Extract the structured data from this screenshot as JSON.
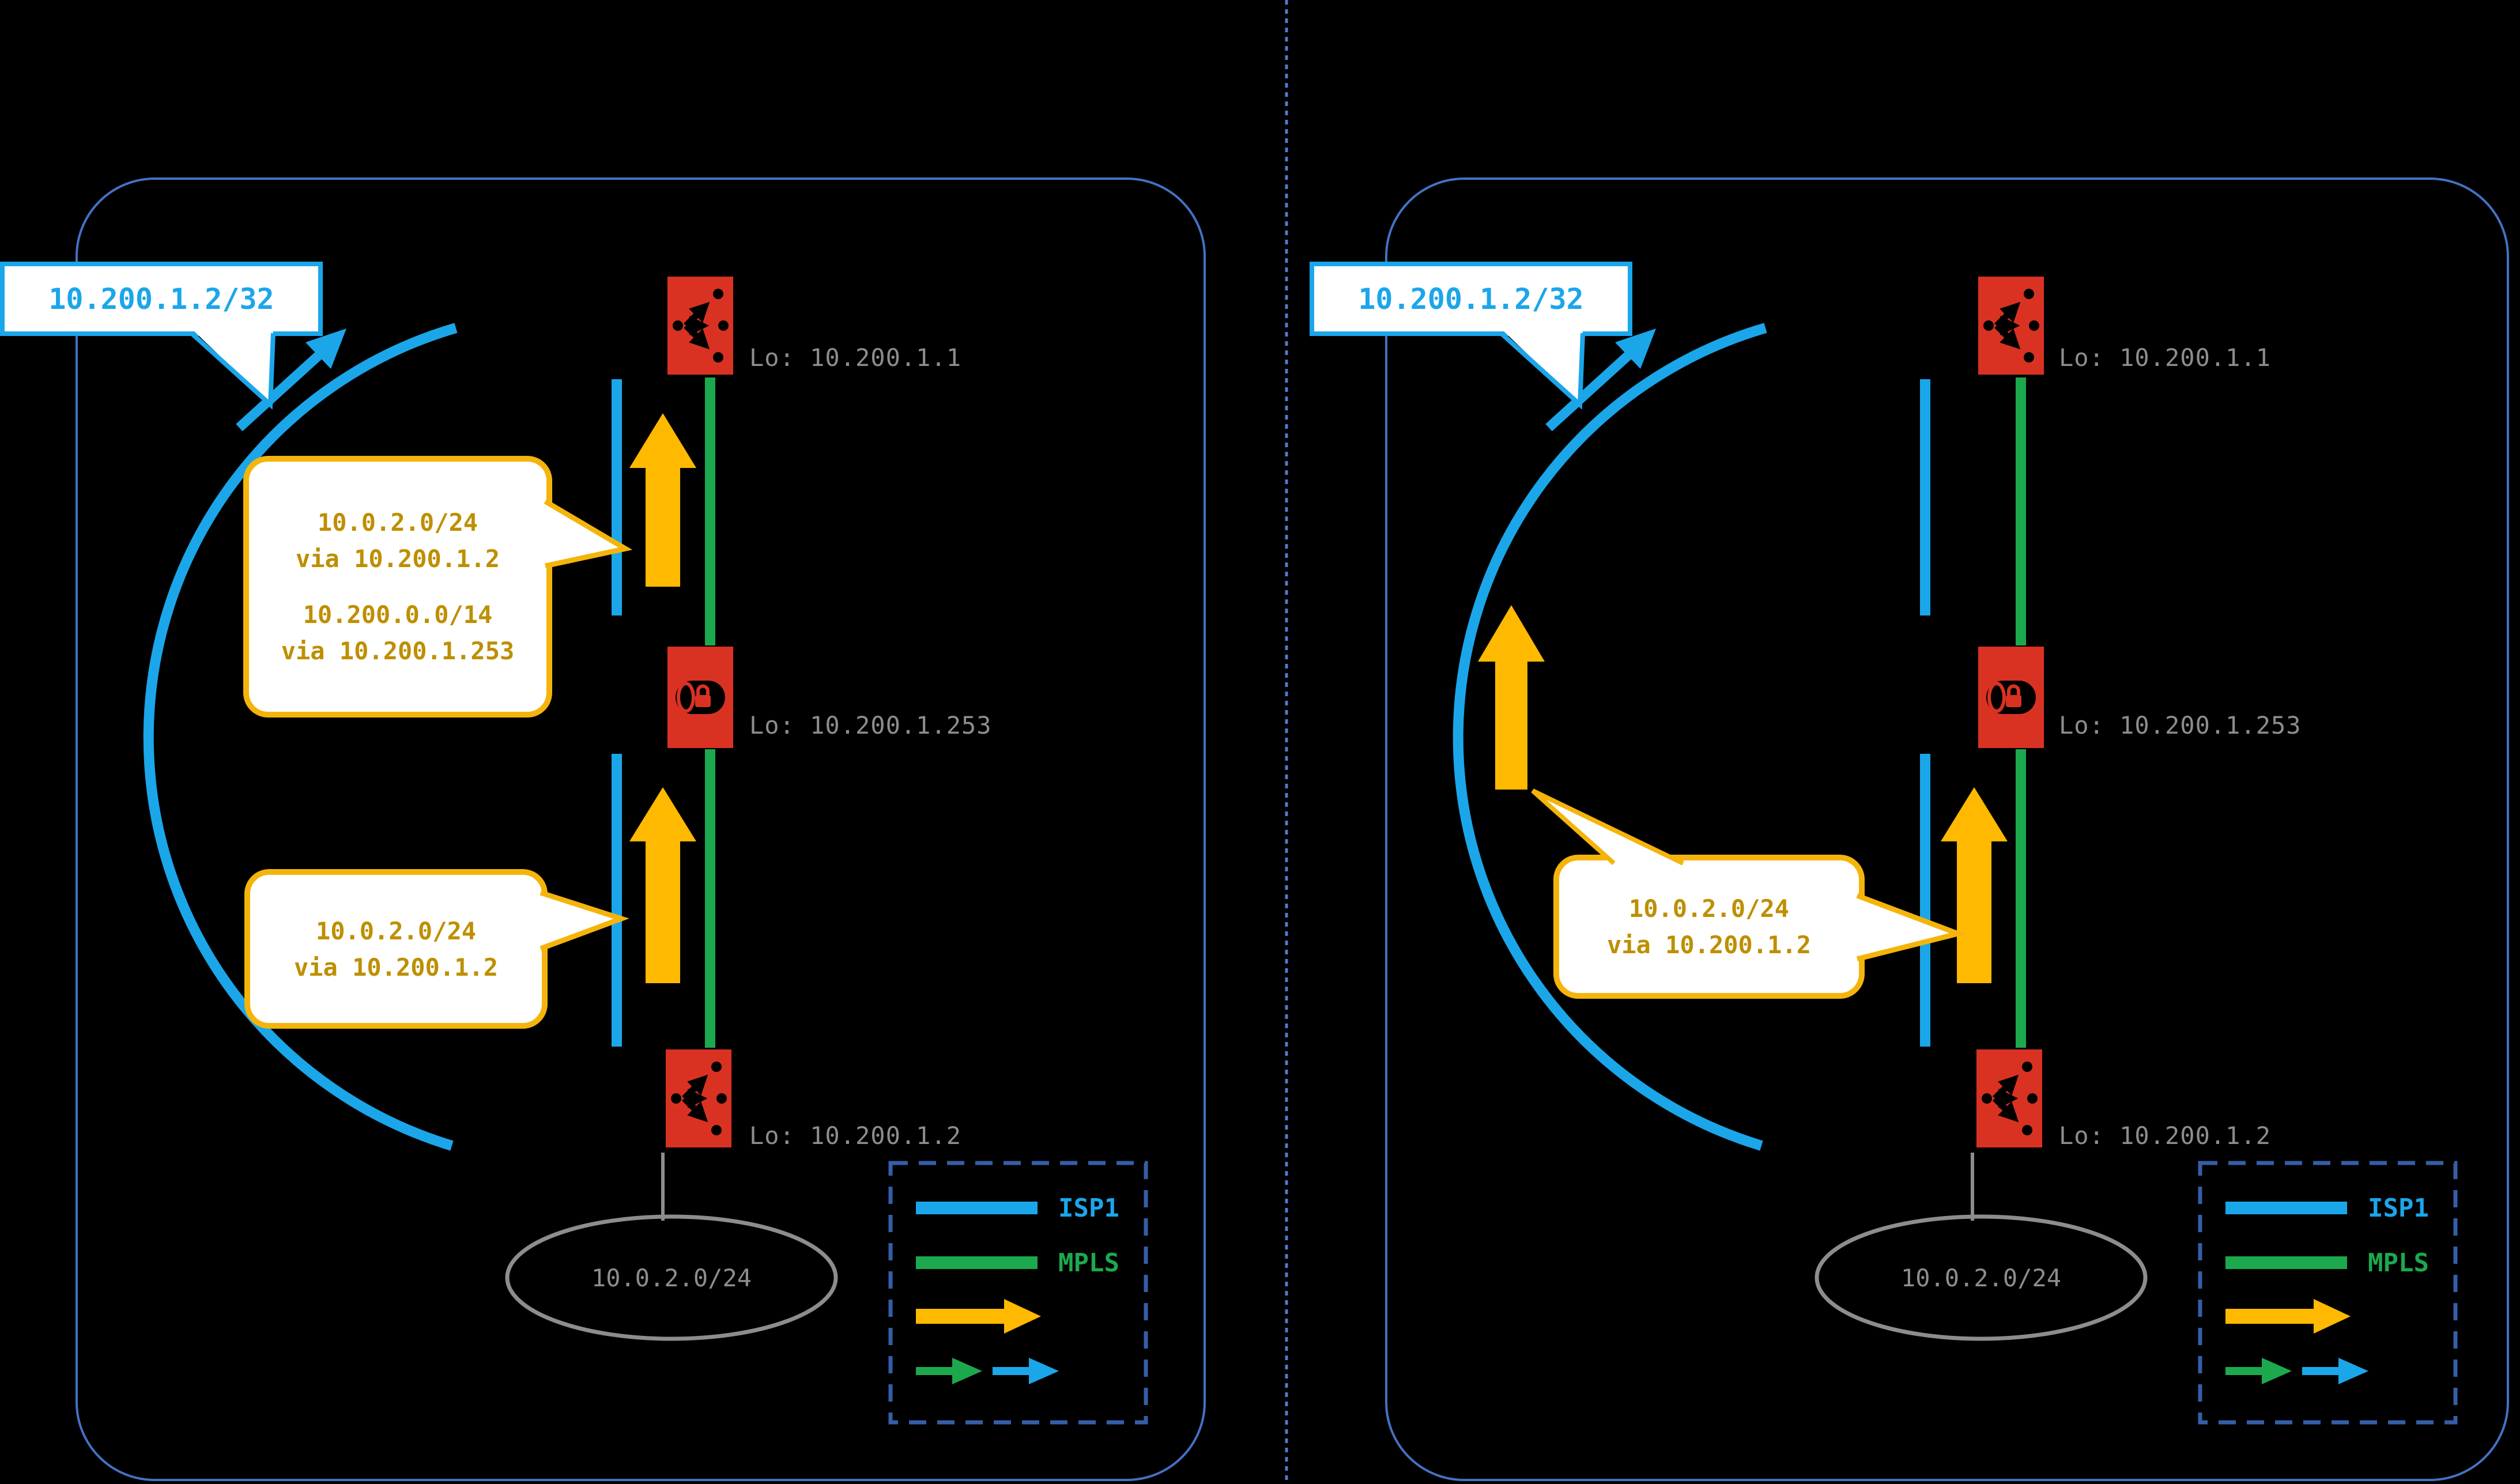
{
  "colors": {
    "background": "#000000",
    "panel_border": "#4472C4",
    "divider": "#5577CE",
    "legend_border": "#355EA8",
    "isp1": "#1BA6EA",
    "mpls": "#1CA94E",
    "advertise": "#FFB900",
    "callout_border": "#F5B40B",
    "callout_text": "#BE8F00",
    "node_red": "#DA3222",
    "label_gray": "#8D8D8D"
  },
  "panels": [
    {
      "name": "left",
      "callout_prefix": "10.200.1.2/32",
      "callout_routes_upper": {
        "l1": "10.0.2.0/24",
        "l2": "via 10.200.1.2",
        "l3": "10.200.0.0/14",
        "l4": "via 10.200.1.253"
      },
      "callout_routes_lower": {
        "l1": "10.0.2.0/24",
        "l2": "via 10.200.1.2"
      },
      "nodes": {
        "top": "Lo: 10.200.1.1",
        "middle": "Lo: 10.200.1.253",
        "bottom": "Lo: 10.200.1.2"
      },
      "icons": {
        "top": "router-icon",
        "middle": "vpn-tunnel-lock-icon",
        "bottom": "router-icon"
      },
      "lan": "10.0.2.0/24",
      "legend": {
        "isp1": "ISP1",
        "mpls": "MPLS"
      }
    },
    {
      "name": "right",
      "callout_prefix": "10.200.1.2/32",
      "callout_routes": {
        "l1": "10.0.2.0/24",
        "l2": "via 10.200.1.2"
      },
      "nodes": {
        "top": "Lo: 10.200.1.1",
        "middle": "Lo: 10.200.1.253",
        "bottom": "Lo: 10.200.1.2"
      },
      "icons": {
        "top": "router-icon",
        "middle": "vpn-tunnel-lock-icon",
        "bottom": "router-icon"
      },
      "lan": "10.0.2.0/24",
      "legend": {
        "isp1": "ISP1",
        "mpls": "MPLS"
      }
    }
  ]
}
